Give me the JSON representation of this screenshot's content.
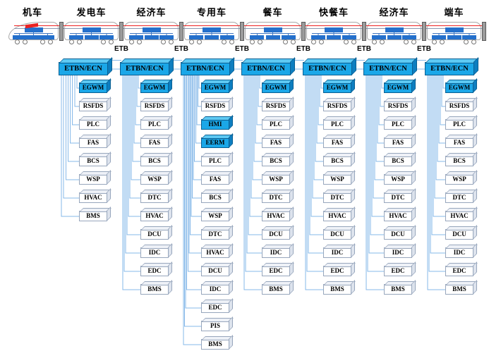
{
  "train": {
    "cars": [
      {
        "label": "机车",
        "type": "locomotive"
      },
      {
        "label": "发电车",
        "type": "coach"
      },
      {
        "label": "经济车",
        "type": "coach"
      },
      {
        "label": "专用车",
        "type": "coach"
      },
      {
        "label": "餐车",
        "type": "coach"
      },
      {
        "label": "快餐车",
        "type": "coach"
      },
      {
        "label": "经济车",
        "type": "coach"
      },
      {
        "label": "端车",
        "type": "coach"
      }
    ],
    "etb_labels": [
      "ETB",
      "ETB",
      "ETB",
      "ETB",
      "ETB",
      "ETB"
    ]
  },
  "network": {
    "node_label": "ETBN/ECN",
    "columns": [
      {
        "devices": [
          {
            "label": "EGWM",
            "highlight": true
          },
          {
            "label": "RSFDS"
          },
          {
            "label": "PLC"
          },
          {
            "label": "FAS"
          },
          {
            "label": "BCS"
          },
          {
            "label": "WSP"
          },
          {
            "label": "HVAC"
          },
          {
            "label": "BMS"
          }
        ]
      },
      {
        "devices": [
          {
            "label": "EGWM",
            "highlight": true
          },
          {
            "label": "RSFDS"
          },
          {
            "label": "PLC"
          },
          {
            "label": "FAS"
          },
          {
            "label": "BCS"
          },
          {
            "label": "WSP"
          },
          {
            "label": "DTC"
          },
          {
            "label": "HVAC"
          },
          {
            "label": "DCU"
          },
          {
            "label": "IDC"
          },
          {
            "label": "EDC"
          },
          {
            "label": "BMS"
          }
        ]
      },
      {
        "devices": [
          {
            "label": "EGWM",
            "highlight": true
          },
          {
            "label": "RSFDS"
          },
          {
            "label": "HMI",
            "highlight": true
          },
          {
            "label": "EERM",
            "highlight": true
          },
          {
            "label": "PLC"
          },
          {
            "label": "FAS"
          },
          {
            "label": "BCS"
          },
          {
            "label": "WSP"
          },
          {
            "label": "DTC"
          },
          {
            "label": "HVAC"
          },
          {
            "label": "DCU"
          },
          {
            "label": "IDC"
          },
          {
            "label": "EDC"
          },
          {
            "label": "PIS"
          },
          {
            "label": "BMS"
          }
        ]
      },
      {
        "devices": [
          {
            "label": "EGWM",
            "highlight": true
          },
          {
            "label": "RSFDS"
          },
          {
            "label": "PLC"
          },
          {
            "label": "FAS"
          },
          {
            "label": "BCS"
          },
          {
            "label": "WSP"
          },
          {
            "label": "DTC"
          },
          {
            "label": "HVAC"
          },
          {
            "label": "DCU"
          },
          {
            "label": "IDC"
          },
          {
            "label": "EDC"
          },
          {
            "label": "BMS"
          }
        ]
      },
      {
        "devices": [
          {
            "label": "EGWM",
            "highlight": true
          },
          {
            "label": "RSFDS"
          },
          {
            "label": "PLC"
          },
          {
            "label": "FAS"
          },
          {
            "label": "BCS"
          },
          {
            "label": "WSP"
          },
          {
            "label": "DTC"
          },
          {
            "label": "HVAC"
          },
          {
            "label": "DCU"
          },
          {
            "label": "IDC"
          },
          {
            "label": "EDC"
          },
          {
            "label": "BMS"
          }
        ]
      },
      {
        "devices": [
          {
            "label": "EGWM",
            "highlight": true
          },
          {
            "label": "RSFDS"
          },
          {
            "label": "PLC"
          },
          {
            "label": "FAS"
          },
          {
            "label": "BCS"
          },
          {
            "label": "WSP"
          },
          {
            "label": "DTC"
          },
          {
            "label": "HVAC"
          },
          {
            "label": "DCU"
          },
          {
            "label": "IDC"
          },
          {
            "label": "EDC"
          },
          {
            "label": "BMS"
          }
        ]
      },
      {
        "devices": [
          {
            "label": "EGWM",
            "highlight": true
          },
          {
            "label": "RSFDS"
          },
          {
            "label": "PLC"
          },
          {
            "label": "FAS"
          },
          {
            "label": "BCS"
          },
          {
            "label": "WSP"
          },
          {
            "label": "DTC"
          },
          {
            "label": "HVAC"
          },
          {
            "label": "DCU"
          },
          {
            "label": "IDC"
          },
          {
            "label": "EDC"
          },
          {
            "label": "BMS"
          }
        ]
      }
    ]
  },
  "colors": {
    "node_fill": "#1ba7e8",
    "node_top": "#5ec9f3",
    "node_side": "#0d7ec0",
    "node_edge": "#0a5f92",
    "device_fill": "#ffffff",
    "device_edge": "#97a6bc",
    "connector": "#86b8e8",
    "train_box": "#2470cc",
    "train_bus": "#4076c0",
    "roof_line_red": "#ee2222",
    "roof_line_gray": "#8a98b0",
    "car_outline": "#a8a8a8",
    "junction_fill": "#9c9c9c",
    "flag_red": "#e82222",
    "text": "#000000"
  }
}
